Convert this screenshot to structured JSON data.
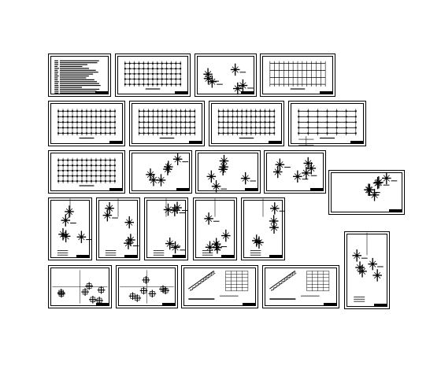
{
  "sheets": [
    {
      "kind": "notes"
    },
    {
      "kind": "plan"
    },
    {
      "kind": "details-sm"
    },
    {
      "kind": "plan-sparse"
    },
    {
      "kind": "plan"
    },
    {
      "kind": "plan"
    },
    {
      "kind": "plan"
    },
    {
      "kind": "plan-detail"
    },
    {
      "kind": "plan"
    },
    {
      "kind": "nodes"
    },
    {
      "kind": "nodes"
    },
    {
      "kind": "nodes"
    },
    {
      "kind": "nodes"
    },
    {
      "kind": "nodes-tall"
    },
    {
      "kind": "nodes-tall"
    },
    {
      "kind": "nodes-tall"
    },
    {
      "kind": "nodes-tall"
    },
    {
      "kind": "nodes-tall"
    },
    {
      "kind": "details-grid"
    },
    {
      "kind": "details-grid"
    },
    {
      "kind": "stair"
    },
    {
      "kind": "stair"
    },
    {
      "kind": "nodes-tall"
    }
  ],
  "colors": {
    "background": "#ffffff",
    "line": "#000000"
  }
}
